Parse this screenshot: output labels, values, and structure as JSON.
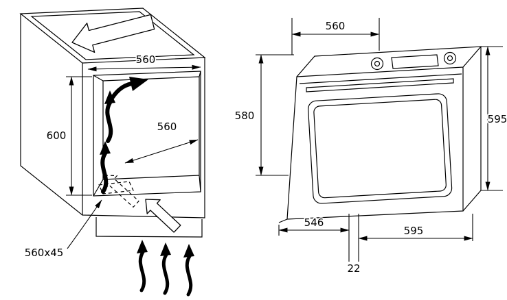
{
  "diagram": {
    "background": "#ffffff",
    "line_color": "#000000",
    "cabinet": {
      "niche_width_label": "560",
      "niche_height_label": "600",
      "niche_depth_label": "560",
      "vent_cutout_label": "560x45"
    },
    "oven": {
      "top_width_label": "560",
      "front_height_label": "580",
      "total_height_label": "595",
      "body_depth_label": "546",
      "total_depth_label": "595",
      "door_overhang_label": "22"
    }
  }
}
